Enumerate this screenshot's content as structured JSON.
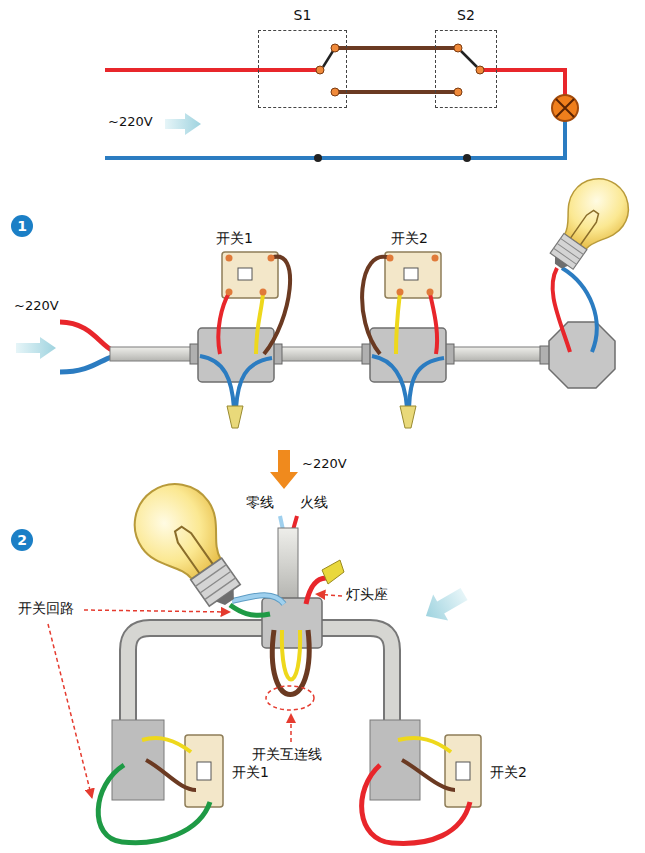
{
  "diagram": {
    "nodes": [
      {
        "text": [
          "S1"
        ]
      },
      {
        "text": [
          "S2"
        ]
      }
    ],
    "edges": [
      {
        "from": 0,
        "to": 1,
        "arrow": "none"
      },
      {
        "from": 0,
        "to": 1,
        "arrow": "none"
      }
    ],
    "labels": [
      "~220V",
      "1",
      "开关1",
      "开关2",
      "~220V",
      "~220V",
      "零线",
      "火线",
      "2",
      "灯头座",
      "开关回路",
      "开关互连线",
      "开关1",
      "开关2"
    ]
  }
}
